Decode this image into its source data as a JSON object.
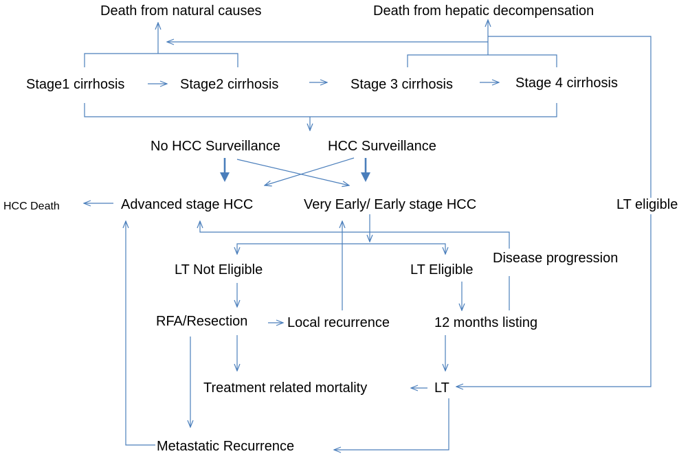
{
  "diagram": {
    "line_color": "#4A7EBB",
    "nodes": {
      "death_natural": "Death from natural causes",
      "death_hepatic": "Death from hepatic decompensation",
      "stage1": "Stage1 cirrhosis",
      "stage2": "Stage2 cirrhosis",
      "stage3": "Stage 3 cirrhosis",
      "stage4": "Stage 4 cirrhosis",
      "no_hcc_surveillance": "No HCC Surveillance",
      "hcc_surveillance": "HCC Surveillance",
      "hcc_death": "HCC Death",
      "advanced_hcc": "Advanced stage HCC",
      "early_hcc": "Very Early/ Early stage HCC",
      "lt_eligible_right": "LT eligible",
      "lt_not_eligible": "LT Not Eligible",
      "lt_eligible": "LT Eligible",
      "disease_progression": "Disease progression",
      "rfa_resection": "RFA/Resection",
      "local_recurrence": "Local recurrence",
      "months_listing": "12 months listing",
      "treatment_mortality": "Treatment related mortality",
      "lt": "LT",
      "metastatic_recurrence": "Metastatic Recurrence"
    }
  }
}
